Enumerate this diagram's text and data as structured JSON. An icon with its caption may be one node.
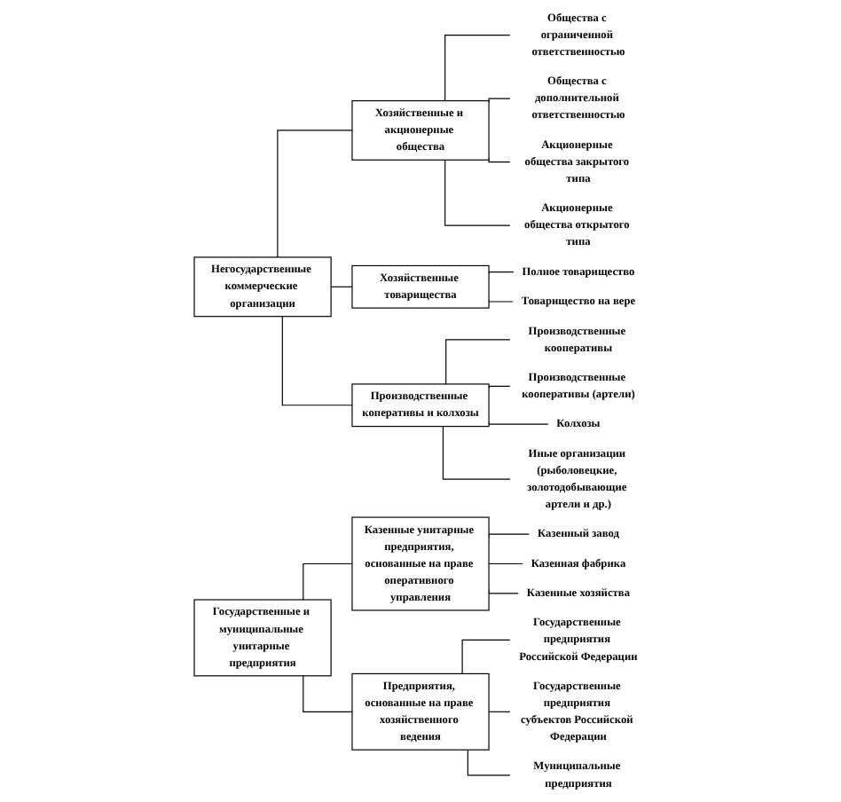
{
  "diagram": {
    "nodes": [
      {
        "text": [
          "Негосударственные коммерческие организации"
        ]
      },
      {
        "text": [
          "Государственные и муниципальные унитарные предприятия"
        ]
      },
      {
        "text": [
          "Хозяйственные и акционерные общества"
        ]
      },
      {
        "text": [
          "Хозяйственные товарищества"
        ]
      },
      {
        "text": [
          "Производственные коперативы и колхозы"
        ]
      },
      {
        "text": [
          "Казенные унитарные предприятия, основанные на праве оперативного управления"
        ]
      },
      {
        "text": [
          "Предприятия, основанные на праве хозяйственного ведения"
        ]
      },
      {
        "text": [
          "Общества с ограниченной ответственностью"
        ]
      },
      {
        "text": [
          "Общества с дополнительной ответственностью"
        ]
      },
      {
        "text": [
          "Акционерные общества закрытого типа"
        ]
      },
      {
        "text": [
          "Акционерные общества открытого типа"
        ]
      },
      {
        "text": [
          "Полное товарищество"
        ]
      },
      {
        "text": [
          "Товарищество на вере"
        ]
      },
      {
        "text": [
          "Производственные кооперативы"
        ]
      },
      {
        "text": [
          "Производственные кооперативы (артели)"
        ]
      },
      {
        "text": [
          "Колхозы"
        ]
      },
      {
        "text": [
          "Иные организации (рыболовецкие, золотодобывающие артели и др.)"
        ]
      },
      {
        "text": [
          "Казенный завод"
        ]
      },
      {
        "text": [
          "Казенная фабрика"
        ]
      },
      {
        "text": [
          "Казенные хозяйства"
        ]
      },
      {
        "text": [
          "Государственные предприятия Российской Федерации"
        ]
      },
      {
        "text": [
          "Государственные предприятия субъектов Российской Федерации"
        ]
      },
      {
        "text": [
          "Муниципальные предприятия"
        ]
      }
    ],
    "edges": [
      {
        "from": 0,
        "to": 2,
        "arrow": "none"
      },
      {
        "from": 0,
        "to": 3,
        "arrow": "none"
      },
      {
        "from": 0,
        "to": 4,
        "arrow": "none"
      },
      {
        "from": 1,
        "to": 5,
        "arrow": "none"
      },
      {
        "from": 1,
        "to": 6,
        "arrow": "none"
      },
      {
        "from": 2,
        "to": 7,
        "arrow": "none"
      },
      {
        "from": 2,
        "to": 8,
        "arrow": "none"
      },
      {
        "from": 2,
        "to": 9,
        "arrow": "none"
      },
      {
        "from": 2,
        "to": 10,
        "arrow": "none"
      },
      {
        "from": 3,
        "to": 11,
        "arrow": "none"
      },
      {
        "from": 3,
        "to": 12,
        "arrow": "none"
      },
      {
        "from": 4,
        "to": 13,
        "arrow": "none"
      },
      {
        "from": 4,
        "to": 14,
        "arrow": "none"
      },
      {
        "from": 4,
        "to": 15,
        "arrow": "none"
      },
      {
        "from": 4,
        "to": 16,
        "arrow": "none"
      },
      {
        "from": 5,
        "to": 17,
        "arrow": "none"
      },
      {
        "from": 5,
        "to": 18,
        "arrow": "none"
      },
      {
        "from": 5,
        "to": 19,
        "arrow": "none"
      },
      {
        "from": 6,
        "to": 20,
        "arrow": "none"
      },
      {
        "from": 6,
        "to": 21,
        "arrow": "none"
      },
      {
        "from": 6,
        "to": 22,
        "arrow": "none"
      }
    ]
  }
}
